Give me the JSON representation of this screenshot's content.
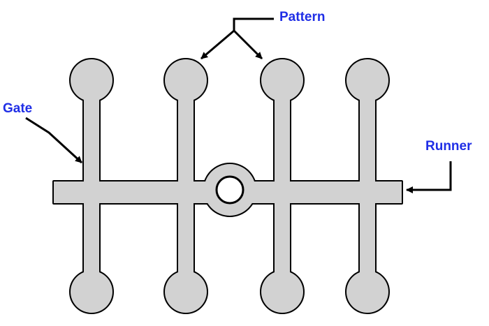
{
  "labels": {
    "pattern": "Pattern",
    "gate": "Gate",
    "runner": "Runner"
  },
  "colors": {
    "label_text": "#1f2ee6",
    "part_fill": "#d2d2d2",
    "outline": "#000000",
    "background": "#ffffff"
  }
}
